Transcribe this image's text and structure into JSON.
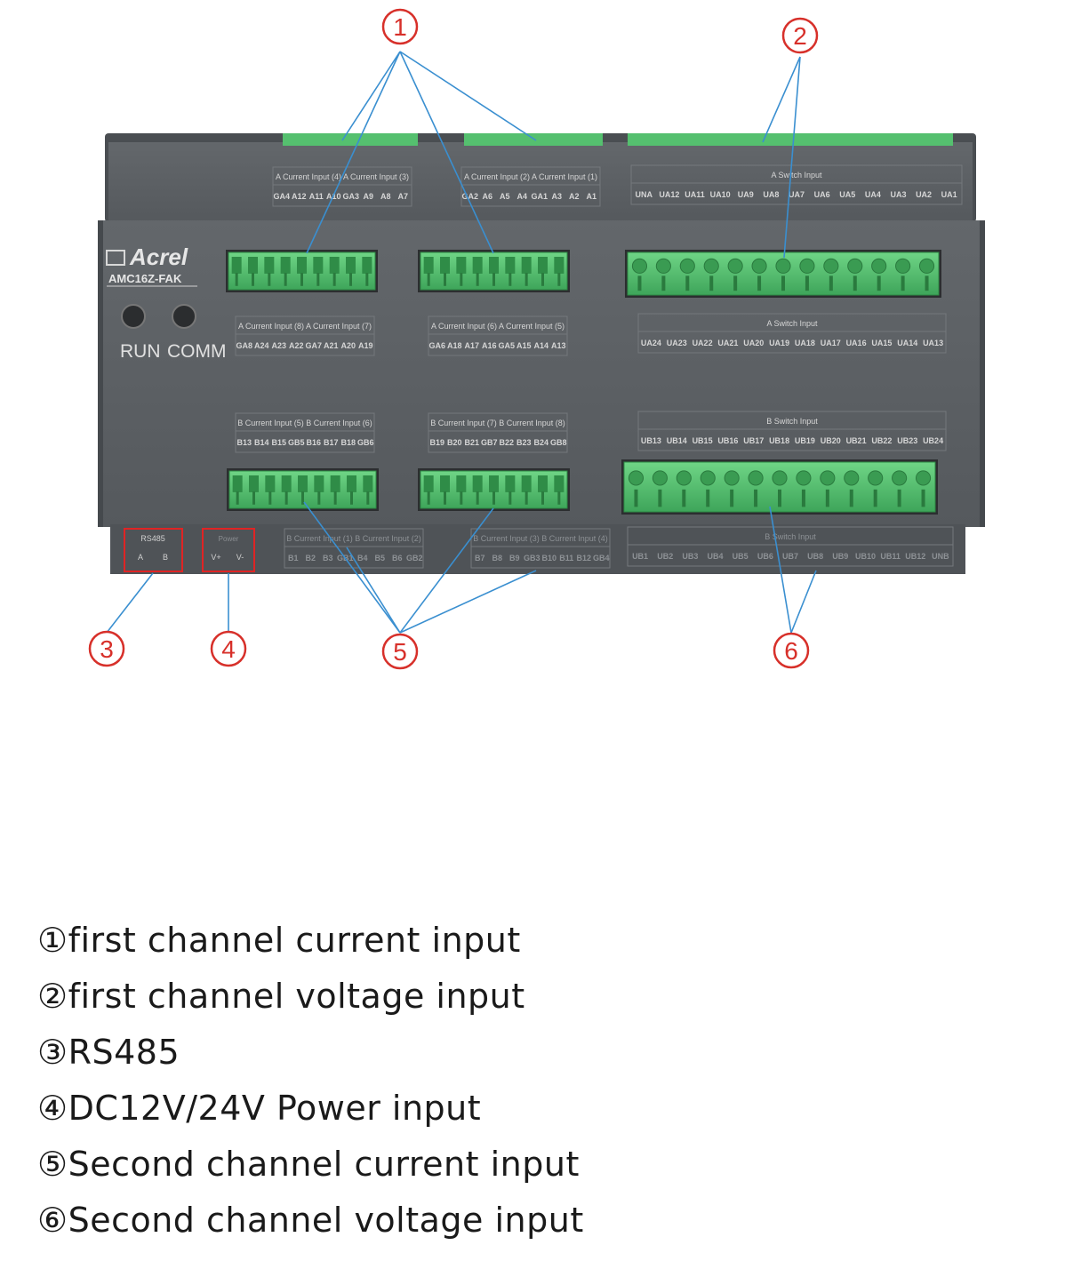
{
  "device": {
    "brand": "Acrel",
    "model": "AMC16Z-FAK",
    "run_label": "RUN",
    "comm_label": "COMM",
    "rs485_label": "RS485",
    "rs485_terms": [
      "A",
      "B"
    ],
    "power_label": "Power",
    "power_terms": [
      "V+",
      "V-"
    ]
  },
  "panel_labels": {
    "top_left_group": {
      "header": "A Current Input (4) A Current Input (3)",
      "terms": [
        "GA4",
        "A12",
        "A11",
        "A10",
        "GA3",
        "A9",
        "A8",
        "A7"
      ]
    },
    "top_mid_group": {
      "header": "A Current Input (2) A Current Input (1)",
      "terms": [
        "GA2",
        "A6",
        "A5",
        "A4",
        "GA1",
        "A3",
        "A2",
        "A1"
      ]
    },
    "top_switch": {
      "header": "A Switch Input",
      "terms": [
        "UNA",
        "UA12",
        "UA11",
        "UA10",
        "UA9",
        "UA8",
        "UA7",
        "UA6",
        "UA5",
        "UA4",
        "UA3",
        "UA2",
        "UA1"
      ]
    },
    "mid_left_group": {
      "header": "A Current Input (8) A Current Input (7)",
      "terms": [
        "GA8",
        "A24",
        "A23",
        "A22",
        "GA7",
        "A21",
        "A20",
        "A19"
      ]
    },
    "mid_mid_group": {
      "header": "A Current Input (6) A Current Input (5)",
      "terms": [
        "GA6",
        "A18",
        "A17",
        "A16",
        "GA5",
        "A15",
        "A14",
        "A13"
      ]
    },
    "mid_switch": {
      "header": "A Switch Input",
      "terms": [
        "UA24",
        "UA23",
        "UA22",
        "UA21",
        "UA20",
        "UA19",
        "UA18",
        "UA17",
        "UA16",
        "UA15",
        "UA14",
        "UA13"
      ]
    },
    "low_left_group": {
      "header": "B Current Input (5) B Current Input (6)",
      "terms": [
        "B13",
        "B14",
        "B15",
        "GB5",
        "B16",
        "B17",
        "B18",
        "GB6"
      ]
    },
    "low_mid_group": {
      "header": "B Current Input (7) B Current Input (8)",
      "terms": [
        "B19",
        "B20",
        "B21",
        "GB7",
        "B22",
        "B23",
        "B24",
        "GB8"
      ]
    },
    "low_switch": {
      "header": "B Switch Input",
      "terms": [
        "UB13",
        "UB14",
        "UB15",
        "UB16",
        "UB17",
        "UB18",
        "UB19",
        "UB20",
        "UB21",
        "UB22",
        "UB23",
        "UB24"
      ]
    },
    "bottom_left_group": {
      "header": "B Current Input (1) B Current Input (2)",
      "terms": [
        "B1",
        "B2",
        "B3",
        "GB1",
        "B4",
        "B5",
        "B6",
        "GB2"
      ]
    },
    "bottom_mid_group": {
      "header": "B Current Input (3) B Current Input (4)",
      "terms": [
        "B7",
        "B8",
        "B9",
        "GB3",
        "B10",
        "B11",
        "B12",
        "GB4"
      ]
    },
    "bottom_switch": {
      "header": "B Switch Input",
      "terms": [
        "UB1",
        "UB2",
        "UB3",
        "UB4",
        "UB5",
        "UB6",
        "UB7",
        "UB8",
        "UB9",
        "UB10",
        "UB11",
        "UB12",
        "UNB"
      ]
    }
  },
  "callouts": [
    "①",
    "②",
    "③",
    "④",
    "⑤",
    "⑥"
  ],
  "legend": [
    "①first channel current input",
    "②first channel voltage input",
    "③RS485",
    "④DC12V/24V Power input",
    "⑤Second channel current input",
    "⑥Second channel voltage input"
  ],
  "colors": {
    "body": "#5b5f63",
    "body_dark": "#3f4246",
    "terminal_green": "#4fc46a",
    "terminal_dark": "#2e8a45",
    "callout_red": "#d7302a",
    "leader_blue": "#3a8fd0",
    "highlight_box": "#e02424"
  }
}
